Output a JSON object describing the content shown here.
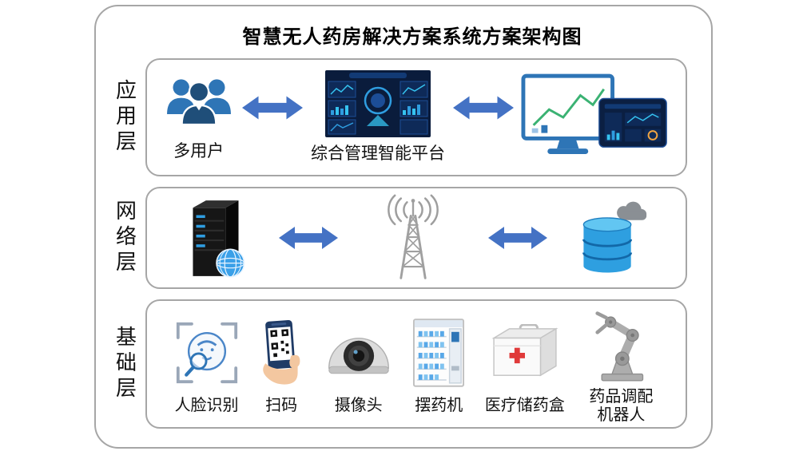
{
  "title": "智慧无人药房解决方案系统方案架构图",
  "layers": [
    {
      "name": "应用层",
      "items": [
        {
          "label": "多用户",
          "icon": "multi-user-icon"
        },
        {
          "label": "综合管理智能平台",
          "icon": "management-platform-icon"
        },
        {
          "label": "",
          "icon": "monitor-dashboard-icon"
        }
      ]
    },
    {
      "name": "网络层",
      "items": [
        {
          "label": "",
          "icon": "server-icon"
        },
        {
          "label": "",
          "icon": "signal-tower-icon"
        },
        {
          "label": "",
          "icon": "cloud-database-icon"
        }
      ]
    },
    {
      "name": "基础层",
      "items": [
        {
          "label": "人脸识别",
          "icon": "face-recognition-icon"
        },
        {
          "label": "扫码",
          "icon": "scan-code-icon"
        },
        {
          "label": "摄像头",
          "icon": "camera-icon"
        },
        {
          "label": "摆药机",
          "icon": "medicine-dispenser-icon"
        },
        {
          "label": "医疗储药盒",
          "icon": "medical-storage-box-icon"
        },
        {
          "label": "药品调配机器人",
          "icon": "dispensing-robot-icon"
        }
      ]
    }
  ],
  "colors": {
    "arrow": "#4472c4",
    "border": "#a6a6a6",
    "title": "#000000"
  }
}
